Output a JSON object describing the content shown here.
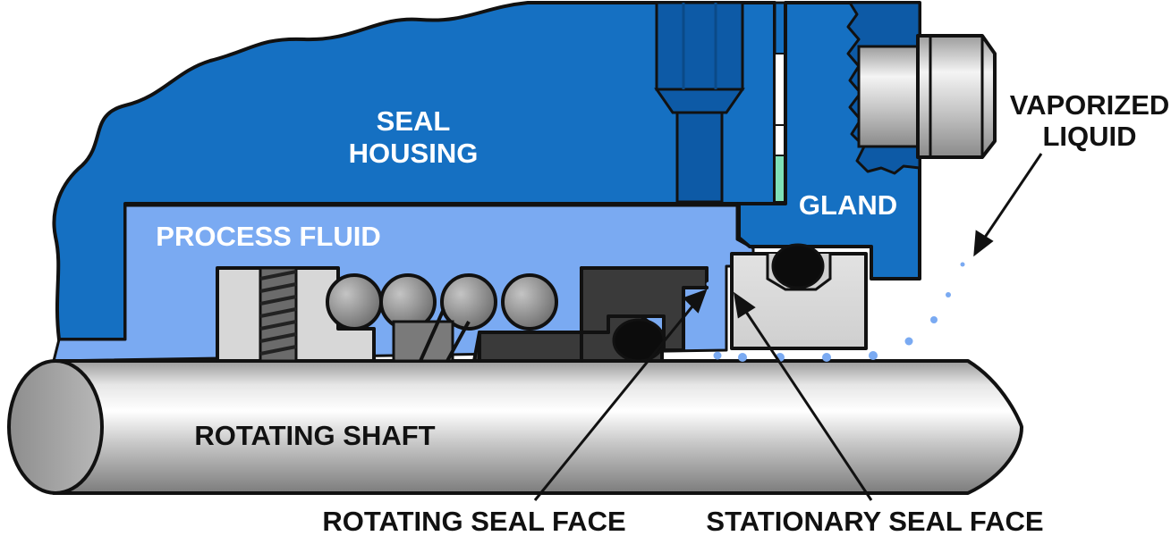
{
  "labels": {
    "seal_housing_line1": "SEAL",
    "seal_housing_line2": "HOUSING",
    "process_fluid": "PROCESS FLUID",
    "gland": "GLAND",
    "vaporized_line1": "VAPORIZED",
    "vaporized_line2": "LIQUID",
    "rotating_shaft": "ROTATING SHAFT",
    "rotating_seal_face": "ROTATING SEAL FACE",
    "stationary_seal_face": "STATIONARY SEAL FACE"
  },
  "colors": {
    "housing_blue": "#1570c2",
    "housing_dark": "#0d4f8e",
    "process_fluid": "#7aaaf2",
    "outline": "#111111",
    "droplet": "#7aaaf2",
    "seal_ring": "#dcdcdc",
    "rotating_face": "#3a3a3a",
    "oring": "#0c0c0c",
    "spring": "#8a8a8a",
    "shaft_light": "#f2f2f2",
    "shaft_mid": "#bdbdbd",
    "shaft_dark": "#7f7f7f",
    "gasket_green": "#7ee0b8"
  }
}
